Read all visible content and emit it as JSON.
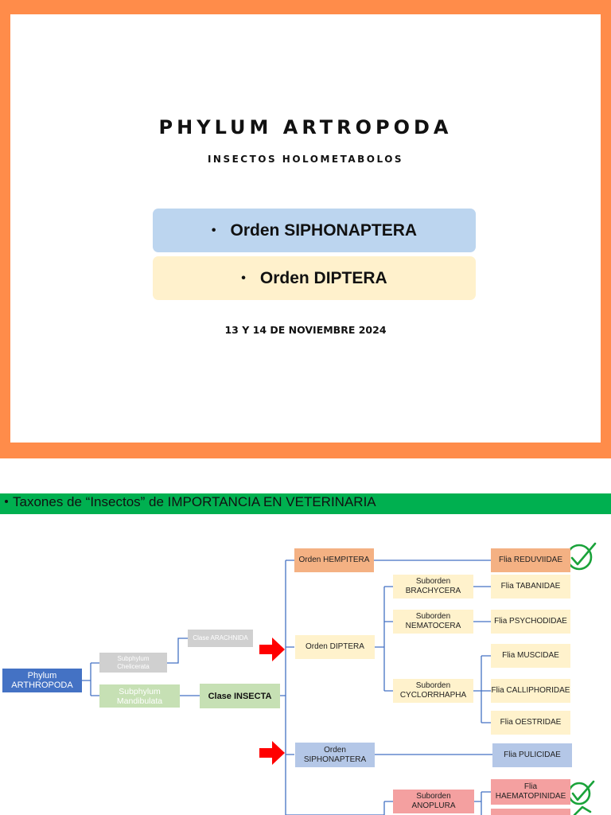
{
  "slide1": {
    "title": "PHYLUM ARTROPODA",
    "subtitle": "INSECTOS HOLOMETABOLOS",
    "bullet": "•",
    "items": [
      "Orden SIPHONAPTERA",
      "Orden DIPTERA"
    ],
    "date": "13 Y 14 DE NOVIEMBRE 2024"
  },
  "slide2": {
    "banner": "Taxones de “Insectos” de IMPORTANCIA EN VETERINARIA",
    "nodes": {
      "phylum": "Phylum\nARTHROPODA",
      "chelicerata": "Subphylum\nChelicerata",
      "mandibulata": "Subphylum\nMandibulata",
      "arachnida": "Clase ARACHNIDA",
      "insecta": "Clase INSECTA",
      "hempitera": "Orden HEMPITERA",
      "diptera": "Orden DIPTERA",
      "siphonaptera": "Orden\nSIPHONAPTERA",
      "brachycera": "Suborden\nBRACHYCERA",
      "nematocera": "Suborden\nNEMATOCERA",
      "cyclorrhapha": "Suborden\nCYCLORRHAPHA",
      "anoplura": "Suborden\nANOPLURA",
      "reduviidae": "Flia REDUVIIDAE",
      "tabanidae": "Flia TABANIDAE",
      "psychodidae": "Flia PSYCHODIDAE",
      "muscidae": "Flia MUSCIDAE",
      "calliphoridae": "Flia CALLIPHORIDAE",
      "oestridae": "Flia OESTRIDAE",
      "pulicidae": "Flia PULICIDAE",
      "haematopinidae": "Flia\nHAEMATOPINIDAE"
    },
    "colors": {
      "orange_frame": "#ff8c4a",
      "banner_green": "#00b050",
      "arrow_red": "#ff0000",
      "check_green": "#1aa33a",
      "line_blue": "#4472c4"
    }
  }
}
